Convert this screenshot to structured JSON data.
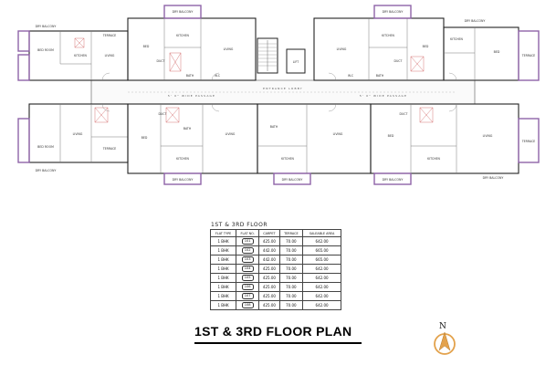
{
  "rooms": {
    "dry_balcony": "DRY BALCONY",
    "terrace": "TERRACE",
    "kitchen": "KITCHEN",
    "bed": "BED",
    "bed_room": "BED ROOM",
    "living": "LIVING",
    "bath": "BATH",
    "wc": "W.C",
    "duct": "DUCT",
    "lift": "LIFT",
    "passage": "5' 0\" WIDE PASSAGE",
    "entrance": "ENTRANCE LOBBY"
  },
  "schedule": {
    "heading": "1ST & 3RD FLOOR",
    "columns": [
      "FLAT TYPE",
      "FLAT NO.",
      "CARPET",
      "TERRACE",
      "SALEABLE AREA"
    ],
    "rows": [
      {
        "type": "1 BHK",
        "flat": "101",
        "carpet": "425.00",
        "terrace": "70.00",
        "saleable": "642.00"
      },
      {
        "type": "1 BHK",
        "flat": "102",
        "carpet": "442.00",
        "terrace": "70.00",
        "saleable": "665.00"
      },
      {
        "type": "1 BHK",
        "flat": "103",
        "carpet": "442.00",
        "terrace": "70.00",
        "saleable": "665.00"
      },
      {
        "type": "1 BHK",
        "flat": "104",
        "carpet": "425.00",
        "terrace": "70.00",
        "saleable": "642.00"
      },
      {
        "type": "1 BHK",
        "flat": "105",
        "carpet": "425.00",
        "terrace": "70.00",
        "saleable": "642.00"
      },
      {
        "type": "1 BHK",
        "flat": "106",
        "carpet": "425.00",
        "terrace": "70.00",
        "saleable": "642.00"
      },
      {
        "type": "1 BHK",
        "flat": "107",
        "carpet": "425.00",
        "terrace": "70.00",
        "saleable": "642.00"
      },
      {
        "type": "1 BHK",
        "flat": "108",
        "carpet": "425.00",
        "terrace": "70.00",
        "saleable": "642.00"
      }
    ]
  },
  "title": "1ST & 3RD FLOOR PLAN",
  "north": "N",
  "colors": {
    "wall": "#222222",
    "partition": "#7a7a7a",
    "accent_wall": "#8f63a8",
    "hatch": "#cc5555",
    "north_arrow": "#e3a24c"
  }
}
